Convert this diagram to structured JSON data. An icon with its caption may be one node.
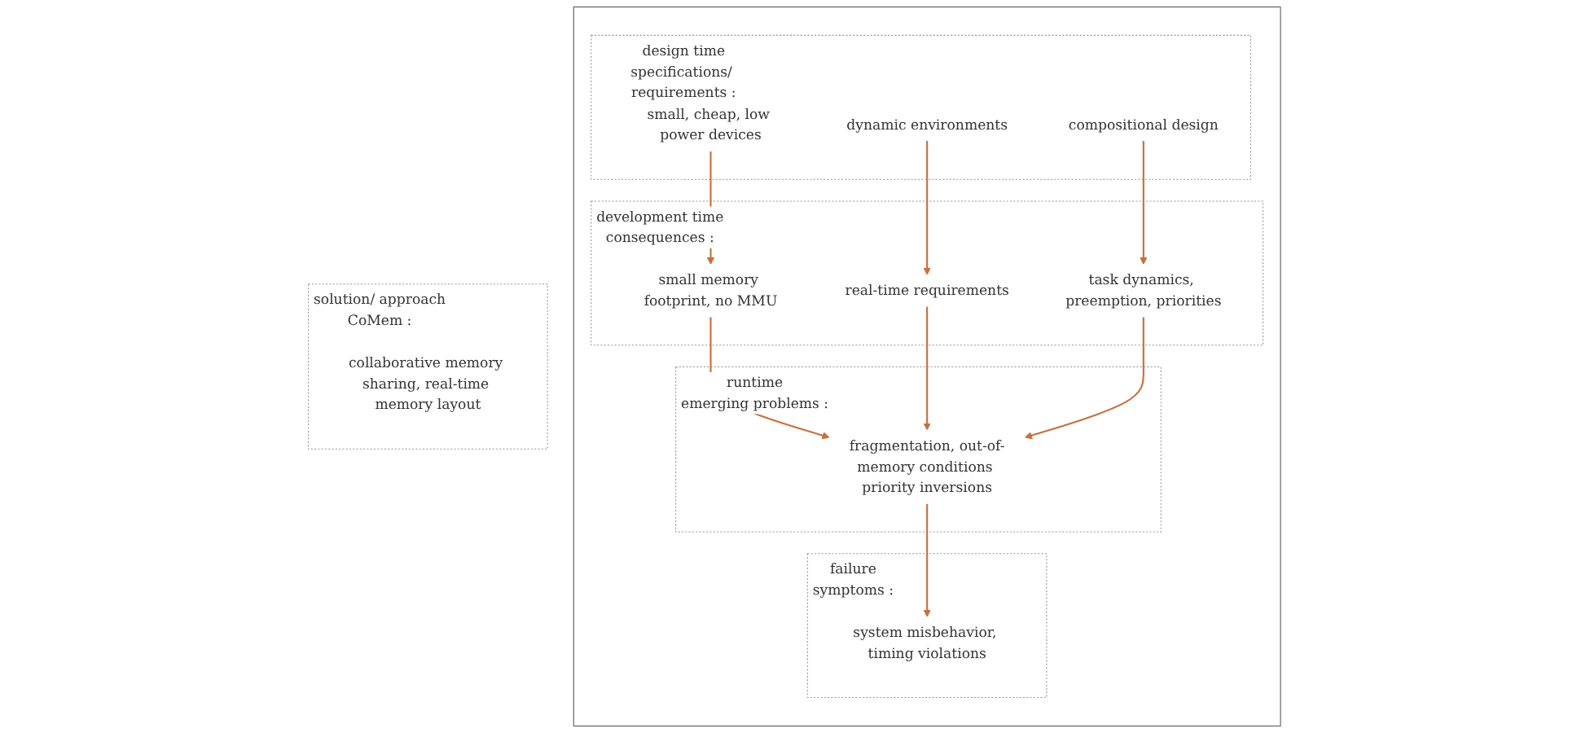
{
  "diagram": {
    "nodes": [
      {
        "text": [],
        "shape": "box"
      },
      {
        "text": [
          "design time",
          "specifications/ requirements :"
        ],
        "in": 0
      },
      {
        "text": [
          "small, cheap, low power devices"
        ],
        "in": 1
      },
      {
        "text": [
          "dynamic environments"
        ],
        "in": 1
      },
      {
        "text": [
          "compositional design"
        ],
        "in": 1
      },
      {
        "text": [
          "development time",
          "consequences :"
        ],
        "in": 0
      },
      {
        "text": [
          "small memory footprint, no MMU"
        ],
        "in": 5
      },
      {
        "text": [
          "real-time requirements"
        ],
        "in": 5
      },
      {
        "text": [
          "task dynamics, preemption, priorities"
        ],
        "in": 5
      },
      {
        "text": [
          "runtime",
          "emerging problems :"
        ],
        "in": 0
      },
      {
        "text": [
          "fragmentation, out-of-memory conditions priority inversions"
        ],
        "in": 9
      },
      {
        "text": [
          "failure",
          "symptoms :"
        ],
        "in": 0
      },
      {
        "text": [
          "system misbehavior, timing violations"
        ],
        "in": 11
      },
      {
        "text": [
          "solution/ approach",
          "CoMem :"
        ]
      },
      {
        "text": [
          "collaborative memory sharing, real-time memory layout"
        ],
        "in": 13
      }
    ],
    "edges": [
      {
        "from": 2,
        "to": 6,
        "arrow": "to"
      },
      {
        "from": 3,
        "to": 7,
        "arrow": "to"
      },
      {
        "from": 4,
        "to": 8,
        "arrow": "to"
      },
      {
        "from": 6,
        "to": 10,
        "arrow": "to"
      },
      {
        "from": 7,
        "to": 10,
        "arrow": "to"
      },
      {
        "from": 8,
        "to": 10,
        "arrow": "to"
      },
      {
        "from": 10,
        "to": 12,
        "arrow": "to"
      }
    ]
  }
}
